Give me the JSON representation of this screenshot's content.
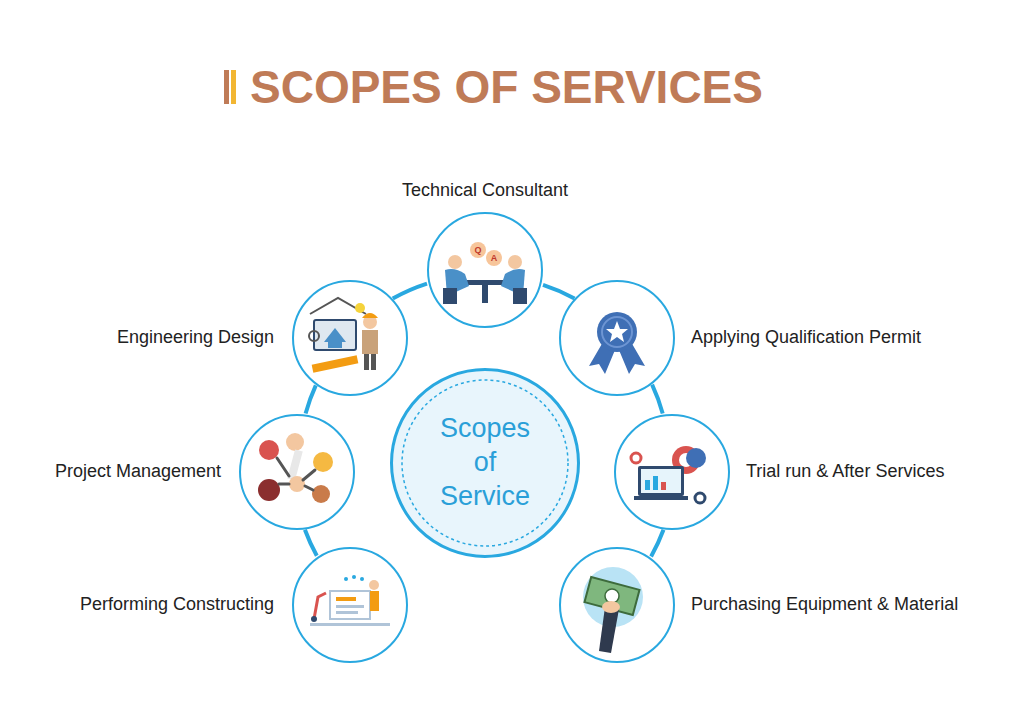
{
  "diagram": {
    "title": "SCOPES OF SERVICES",
    "nodes": [
      {
        "text": [
          "Technical Consultant"
        ]
      },
      {
        "text": [
          "Engineering Design"
        ]
      },
      {
        "text": [
          "Applying Qualification Permit"
        ]
      },
      {
        "text": [
          "Scopes of Service"
        ]
      },
      {
        "text": [
          "Project Management"
        ]
      },
      {
        "text": [
          "Trial run & After Services"
        ]
      },
      {
        "text": [
          "Performing Constructing"
        ]
      },
      {
        "text": [
          "Purchasing Equipment & Material"
        ]
      }
    ],
    "edges": [
      {
        "from": 6,
        "to": 4,
        "arrow": "none"
      },
      {
        "from": 4,
        "to": 1,
        "arrow": "none"
      },
      {
        "from": 1,
        "to": 0,
        "arrow": "none"
      },
      {
        "from": 0,
        "to": 2,
        "arrow": "none"
      },
      {
        "from": 2,
        "to": 5,
        "arrow": "none"
      },
      {
        "from": 5,
        "to": 7,
        "arrow": "none"
      }
    ],
    "labels": [
      "Q",
      "A"
    ]
  }
}
